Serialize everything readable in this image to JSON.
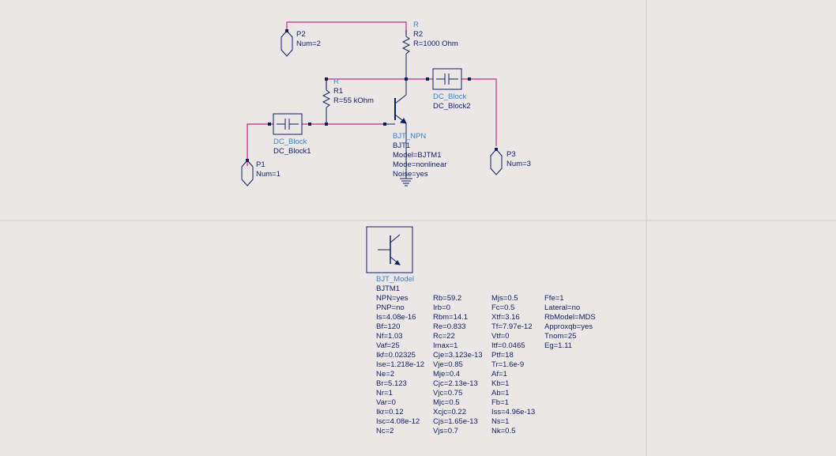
{
  "colors": {
    "background": "#ebe7e7",
    "wire": "#c8287a",
    "component": "#0f1e64",
    "component_type_label": "#3c82c8",
    "grid_line": "#cfc9c9"
  },
  "schematic": {
    "ports": [
      {
        "name": "P1",
        "num": "Num=1"
      },
      {
        "name": "P2",
        "num": "Num=2"
      },
      {
        "name": "P3",
        "num": "Num=3"
      }
    ],
    "r2": {
      "type": "R",
      "name": "R2",
      "value": "R=1000 Ohm"
    },
    "r1": {
      "type": "R",
      "name": "R1",
      "value": "R=55 kOhm"
    },
    "dc_block1": {
      "type": "DC_Block",
      "name": "DC_Block1"
    },
    "dc_block2": {
      "type": "DC_Block",
      "name": "DC_Block2"
    },
    "bjt": {
      "type": "BJT_NPN",
      "name": "BJT1",
      "model": "Model=BJTM1",
      "mode": "Mode=nonlinear",
      "noise": "Noise=yes"
    }
  },
  "model": {
    "type": "BJT_Model",
    "name": "BJTM1",
    "params_col1": [
      "NPN=yes",
      "PNP=no",
      "Is=4.08e-16",
      "Bf=120",
      "Nf=1.03",
      "Vaf=25",
      "Ikf=0.02325",
      "Ise=1.218e-12",
      "Ne=2",
      "Br=5.123",
      "Nr=1",
      "Var=0",
      "Ikr=0.12",
      "Isc=4.08e-12",
      "Nc=2"
    ],
    "params_col2": [
      "Rb=59.2",
      "Irb=0",
      "Rbm=14.1",
      "Re=0.833",
      "Rc=22",
      "Imax=1",
      "Cje=3.123e-13",
      "Vje=0.85",
      "Mje=0.4",
      "Cjc=2.13e-13",
      "Vjc=0.75",
      "Mjc=0.5",
      "Xcjc=0.22",
      "Cjs=1.65e-13",
      "Vjs=0.7"
    ],
    "params_col3": [
      "Mjs=0.5",
      "Fc=0.5",
      "Xtf=3.16",
      "Tf=7.97e-12",
      "Vtf=0",
      "Itf=0.0465",
      "Ptf=18",
      "Tr=1.6e-9",
      "Af=1",
      "Kb=1",
      "Ab=1",
      "Fb=1",
      "Iss=4.96e-13",
      "Ns=1",
      "Nk=0.5"
    ],
    "params_col4": [
      "Ffe=1",
      "Lateral=no",
      "RbModel=MDS",
      "Approxqb=yes",
      "Tnom=25",
      "Eg=1.11"
    ]
  }
}
